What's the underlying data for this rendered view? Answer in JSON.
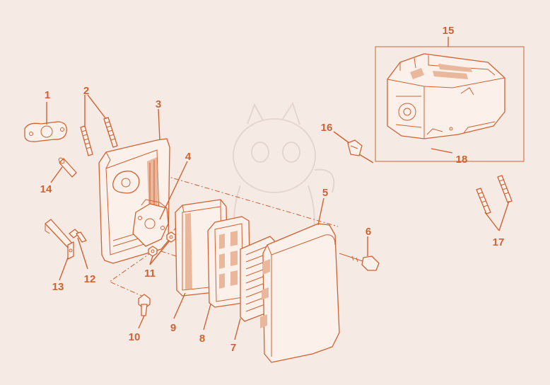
{
  "colors": {
    "background": "#f6ebe4",
    "linework": "#cf6232",
    "shading": "#e9b89c"
  },
  "callouts": [
    {
      "id": "c1",
      "text": "1"
    },
    {
      "id": "c2",
      "text": "2"
    },
    {
      "id": "c3",
      "text": "3"
    },
    {
      "id": "c4",
      "text": "4"
    },
    {
      "id": "c5",
      "text": "5"
    },
    {
      "id": "c6",
      "text": "6"
    },
    {
      "id": "c7",
      "text": "7"
    },
    {
      "id": "c8",
      "text": "8"
    },
    {
      "id": "c9",
      "text": "9"
    },
    {
      "id": "c10",
      "text": "10"
    },
    {
      "id": "c11",
      "text": "11"
    },
    {
      "id": "c12",
      "text": "12"
    },
    {
      "id": "c13",
      "text": "13"
    },
    {
      "id": "c14",
      "text": "14"
    },
    {
      "id": "c15",
      "text": "15"
    },
    {
      "id": "c16",
      "text": "16"
    },
    {
      "id": "c17",
      "text": "17"
    },
    {
      "id": "c18",
      "text": "18"
    }
  ]
}
